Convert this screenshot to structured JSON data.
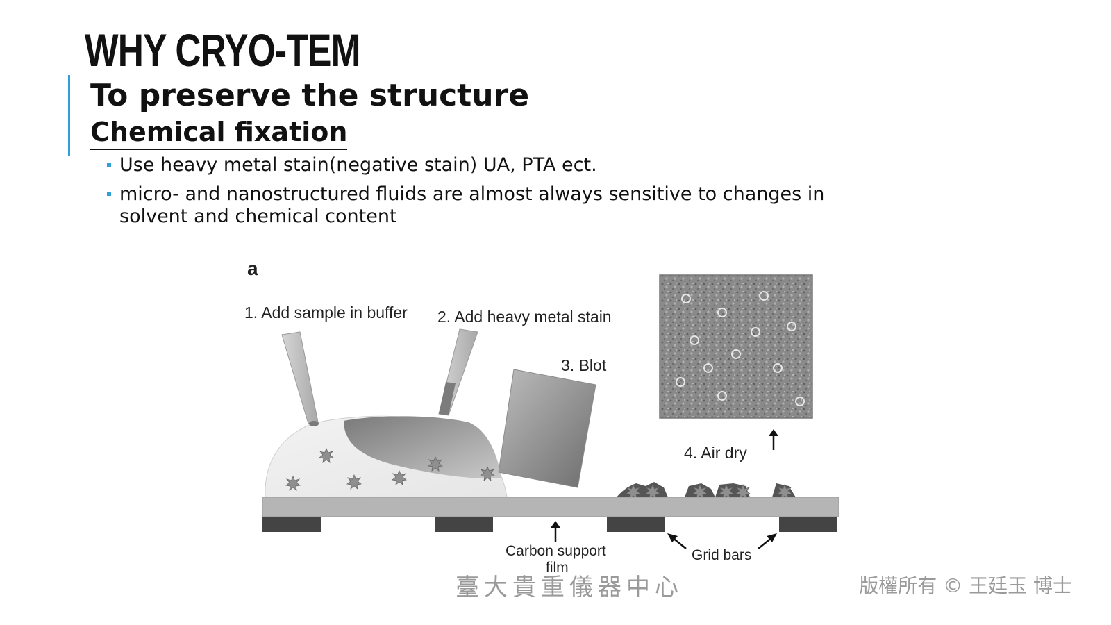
{
  "slide": {
    "title": "WHY CRYO-TEM",
    "subtitle": "To preserve the structure",
    "subheading": "Chemical fixation",
    "bullets": [
      "Use heavy metal stain(negative stain) UA, PTA ect.",
      "micro- and nanostructured fluids are almost always sensitive to changes in solvent and chemical content"
    ],
    "accent_color": "#2f9fd8"
  },
  "figure": {
    "panel_letter": "a",
    "step1": "1. Add sample in buffer",
    "step2": "2. Add heavy metal stain",
    "step3": "3. Blot",
    "step4": "4. Air dry",
    "carbon_label_1": "Carbon support",
    "carbon_label_2": "film",
    "grid_label": "Grid bars"
  },
  "footer": {
    "center": "臺大貴重儀器中心",
    "right": "版權所有 © 王廷玉 博士"
  }
}
